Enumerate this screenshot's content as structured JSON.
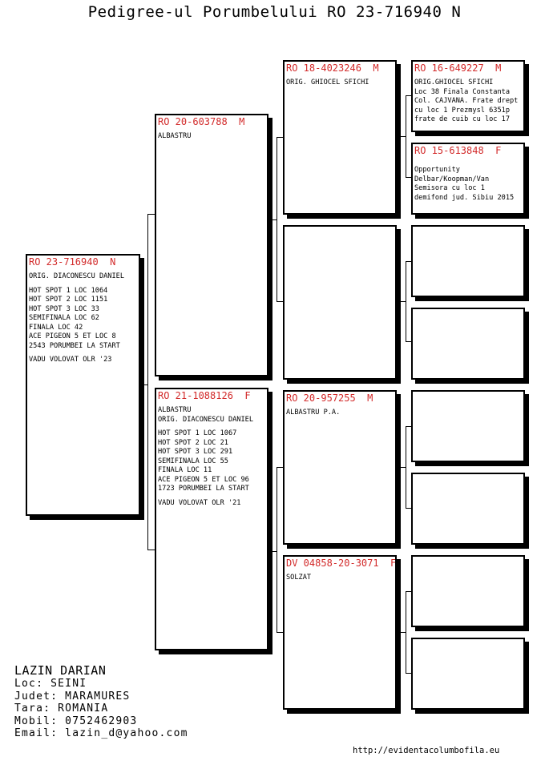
{
  "title": "Pedigree-ul Porumbelului RO 23-716940 N",
  "subject": {
    "ring": "RO 23-716940  N",
    "lines": [
      "ORIG. DIACONESCU DANIEL",
      "",
      "HOT SPOT 1 LOC 1064",
      "HOT SPOT 2 LOC 1151",
      "HOT SPOT 3 LOC 33",
      "SEMIFINALA LOC 62",
      "FINALA LOC 42",
      "ACE PIGEON 5 ET LOC 8",
      "2543 PORUMBEI LA START",
      "",
      "VADU VOLOVAT OLR '23"
    ]
  },
  "sire": {
    "ring": "RO 20-603788  M",
    "lines": [
      "ALBASTRU"
    ]
  },
  "dam": {
    "ring": "RO 21-1088126  F",
    "lines": [
      "ALBASTRU",
      "ORIG. DIACONESCU DANIEL",
      "",
      "HOT SPOT 1 LOC 1067",
      "HOT SPOT 2 LOC 21",
      "HOT SPOT 3 LOC 291",
      "SEMIFINALA LOC 55",
      "FINALA LOC 11",
      "ACE PIGEON 5 ET LOC 96",
      "1723 PORUMBEI LA START",
      "",
      "VADU VOLOVAT OLR '21"
    ]
  },
  "gp_ss": {
    "ring": "RO 18-4023246  M",
    "lines": [
      "ORIG. GHIOCEL SFICHI"
    ]
  },
  "gp_sd": {
    "ring": "",
    "lines": []
  },
  "gp_ds": {
    "ring": "RO 20-957255  M",
    "lines": [
      "ALBASTRU P.A."
    ]
  },
  "gp_dd": {
    "ring": "DV 04858-20-3071  F",
    "lines": [
      "SOLZAT"
    ]
  },
  "ggp_1": {
    "ring": "RO 16-649227  M",
    "lines": [
      "ORIG.GHIOCEL SFICHI",
      "Loc 38 Finala Constanta",
      "Col. CAJVANA. Frate drept",
      "cu loc 1 Prezmysl 6351p",
      "frate de cuib cu loc 17"
    ]
  },
  "ggp_2": {
    "ring": "RO 15-613848  F",
    "lines": [
      "",
      "Opportunity",
      "Delbar/Koopman/Van",
      "Semisora cu loc 1",
      "demifond jud. Sibiu 2015"
    ]
  },
  "ggp_3": {
    "ring": "",
    "lines": []
  },
  "ggp_4": {
    "ring": "",
    "lines": []
  },
  "ggp_5": {
    "ring": "",
    "lines": []
  },
  "ggp_6": {
    "ring": "",
    "lines": []
  },
  "ggp_7": {
    "ring": "",
    "lines": []
  },
  "ggp_8": {
    "ring": "",
    "lines": []
  },
  "owner": {
    "name": "LAZIN DARIAN",
    "loc": "Loc: SEINI",
    "judet": "Judet: MARAMURES",
    "tara": "Tara: ROMANIA",
    "mobil": "Mobil: 0752462903",
    "email": "Email: lazin_d@yahoo.com"
  },
  "website": "http://evidentacolumbofila.eu"
}
